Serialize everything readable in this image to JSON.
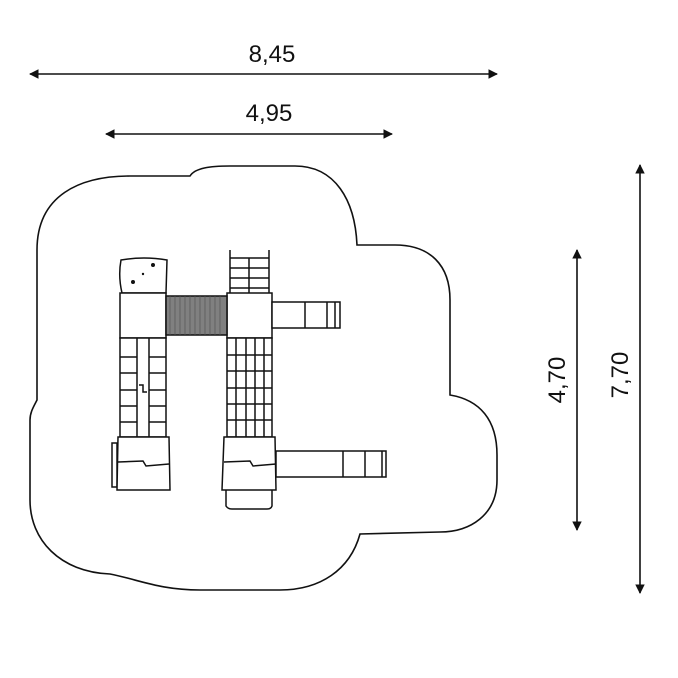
{
  "dimensions": {
    "overall_width": "8,45",
    "structure_width": "4,95",
    "structure_depth": "4,70",
    "overall_depth": "7,70"
  },
  "colors": {
    "line": "#111111",
    "tunnel": "#808080",
    "fill": "#ffffff"
  }
}
